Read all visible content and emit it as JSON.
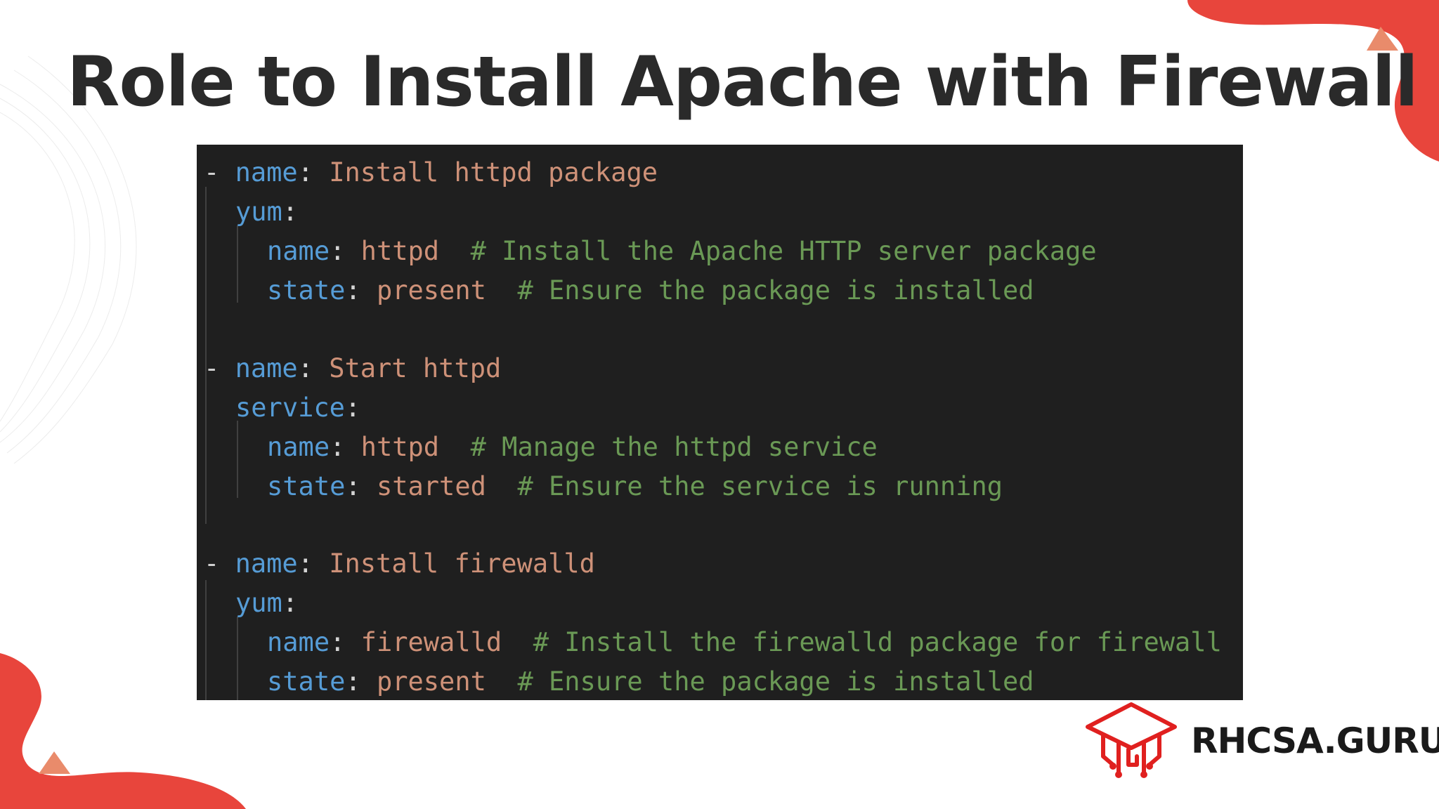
{
  "slide": {
    "title": "Role to Install Apache with Firewall"
  },
  "colors": {
    "accent": "#e8453c",
    "code_background": "#1f1f1f",
    "yaml_key": "#569cd6",
    "yaml_string": "#ce9178",
    "yaml_comment": "#6a9955",
    "title_text": "#2a2a2a"
  },
  "code": {
    "lines": [
      {
        "dash": "- ",
        "key": "name",
        "sep": ": ",
        "value": "Install httpd package",
        "comment": ""
      },
      {
        "dash": "",
        "key": "yum",
        "sep": ":",
        "value": "",
        "comment": ""
      },
      {
        "dash": "",
        "key": "name",
        "sep": ": ",
        "value": "httpd",
        "comment": "# Install the Apache HTTP server package"
      },
      {
        "dash": "",
        "key": "state",
        "sep": ": ",
        "value": "present",
        "comment": "# Ensure the package is installed"
      },
      {
        "dash": "- ",
        "key": "name",
        "sep": ": ",
        "value": "Start httpd",
        "comment": ""
      },
      {
        "dash": "",
        "key": "service",
        "sep": ":",
        "value": "",
        "comment": ""
      },
      {
        "dash": "",
        "key": "name",
        "sep": ": ",
        "value": "httpd",
        "comment": "# Manage the httpd service"
      },
      {
        "dash": "",
        "key": "state",
        "sep": ": ",
        "value": "started",
        "comment": "# Ensure the service is running"
      },
      {
        "dash": "- ",
        "key": "name",
        "sep": ": ",
        "value": "Install firewalld",
        "comment": ""
      },
      {
        "dash": "",
        "key": "yum",
        "sep": ":",
        "value": "",
        "comment": ""
      },
      {
        "dash": "",
        "key": "name",
        "sep": ": ",
        "value": "firewalld",
        "comment": "# Install the firewalld package for firewall"
      },
      {
        "dash": "",
        "key": "state",
        "sep": ": ",
        "value": "present",
        "comment": "# Ensure the package is installed"
      }
    ]
  },
  "logo": {
    "text": "RHCSA.GURU",
    "icon": "graduation-cap-circuit-icon"
  }
}
